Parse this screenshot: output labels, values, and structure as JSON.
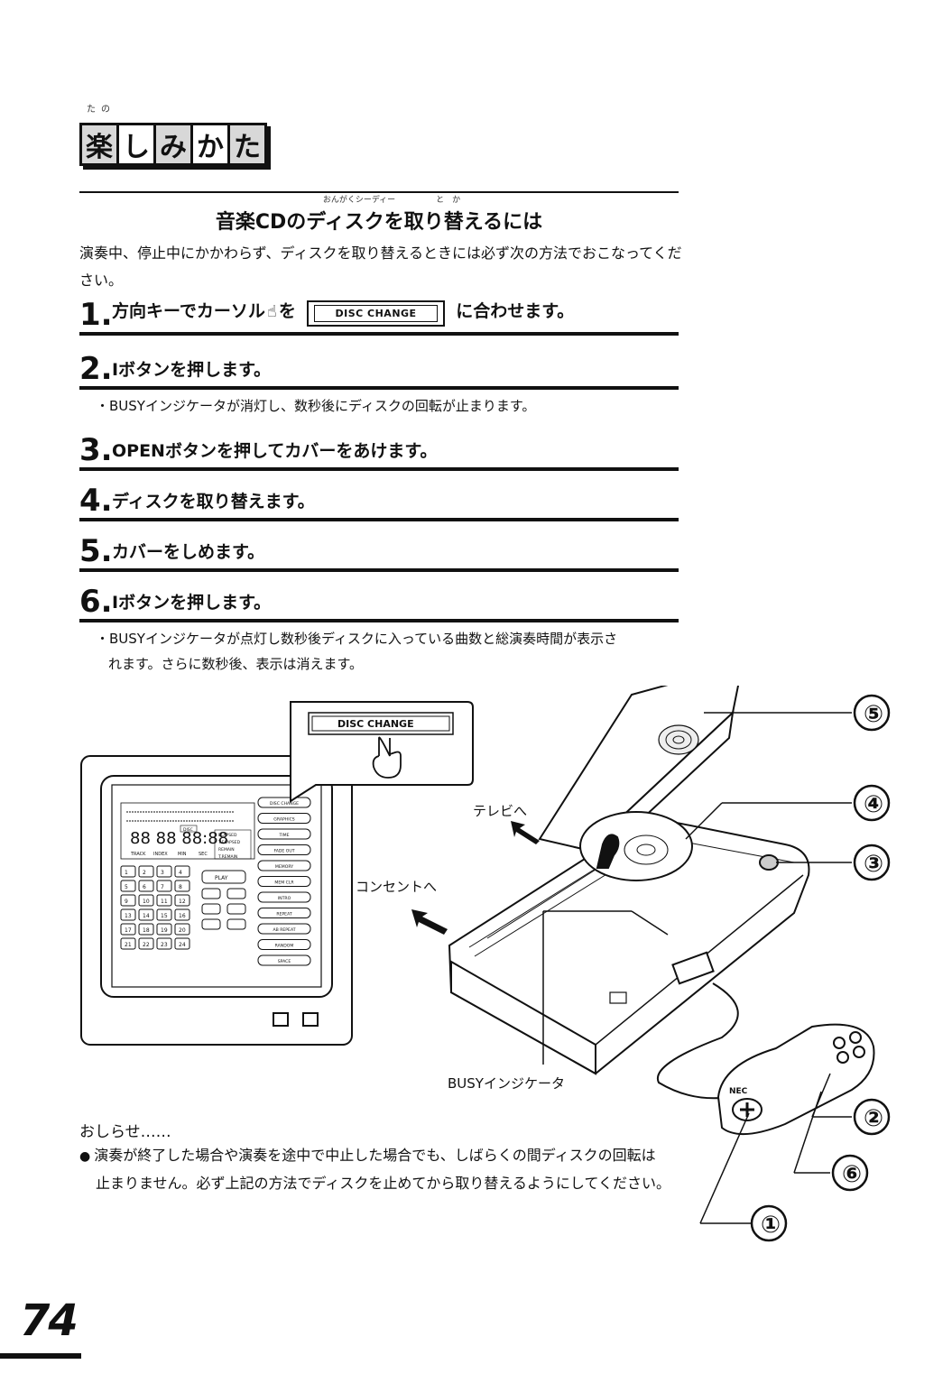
{
  "header": {
    "ruby": "たの",
    "chars": [
      "楽",
      "し",
      "み",
      "か",
      "た"
    ]
  },
  "section": {
    "title_ruby": "おんがくシーディー　　　　　と　か",
    "title": "音楽CDのディスクを取り替えるには",
    "intro": "演奏中、停止中にかかわらず、ディスクを取り替えるときには必ず次の方法でおこなってください。"
  },
  "steps": [
    {
      "num": "1.",
      "pre": "方向キーでカーソル",
      "hand": "☝",
      "mid": "を",
      "box": "DISC CHANGE",
      "post": "に合わせます。"
    },
    {
      "num": "2.",
      "text": "Ⅰボタンを押します。",
      "note": "・BUSYインジケータが消灯し、数秒後にディスクの回転が止まります。"
    },
    {
      "num": "3.",
      "text": "OPENボタンを押してカバーをあけます。"
    },
    {
      "num": "4.",
      "text": "ディスクを取り替えます。"
    },
    {
      "num": "5.",
      "text": "カバーをしめます。"
    },
    {
      "num": "6.",
      "text": "Ⅰボタンを押します。",
      "note1": "・BUSYインジケータが点灯し数秒後ディスクに入っている曲数と総演奏時間が表示さ",
      "note2": "れます。さらに数秒後、表示は消えます。"
    }
  ],
  "illustration": {
    "popup_button": "DISC CHANGE",
    "tv_label": "テレビへ",
    "outlet_label": "コンセントへ",
    "busy_label": "BUSYインジケータ",
    "callouts": [
      "⑤",
      "④",
      "③",
      "②",
      "⑥",
      "①"
    ],
    "screen": {
      "buttons": [
        "DISC CHANGE",
        "GRAPHICS",
        "TIME",
        "FADE OUT",
        "MEMORY",
        "MEM CLR",
        "INTRO",
        "REPEAT",
        "AB REPEAT",
        "RANDOM",
        "SPACE"
      ],
      "play": "PLAY",
      "time_labels": [
        "ELAPSED",
        "T.ELAPSED",
        "REMAIN",
        "T.REMAIN"
      ],
      "digits": "88 88 88:88",
      "digit_labels": [
        "TRACK",
        "INDEX",
        "MIN",
        "SEC"
      ],
      "disc": "DISC",
      "keypad": [
        "1",
        "2",
        "3",
        "4",
        "5",
        "6",
        "7",
        "8",
        "9",
        "10",
        "11",
        "12",
        "13",
        "14",
        "15",
        "16",
        "17",
        "18",
        "19",
        "20",
        "21",
        "22",
        "23",
        "24"
      ]
    },
    "brand": "NEC"
  },
  "notice": {
    "title": "おしらせ……",
    "line1": "演奏が終了した場合や演奏を途中で中止した場合でも、しばらくの間ディスクの回転は",
    "line2": "止まりません。必ず上記の方法でディスクを止めてから取り替えるようにしてください。"
  },
  "page_number": "74"
}
